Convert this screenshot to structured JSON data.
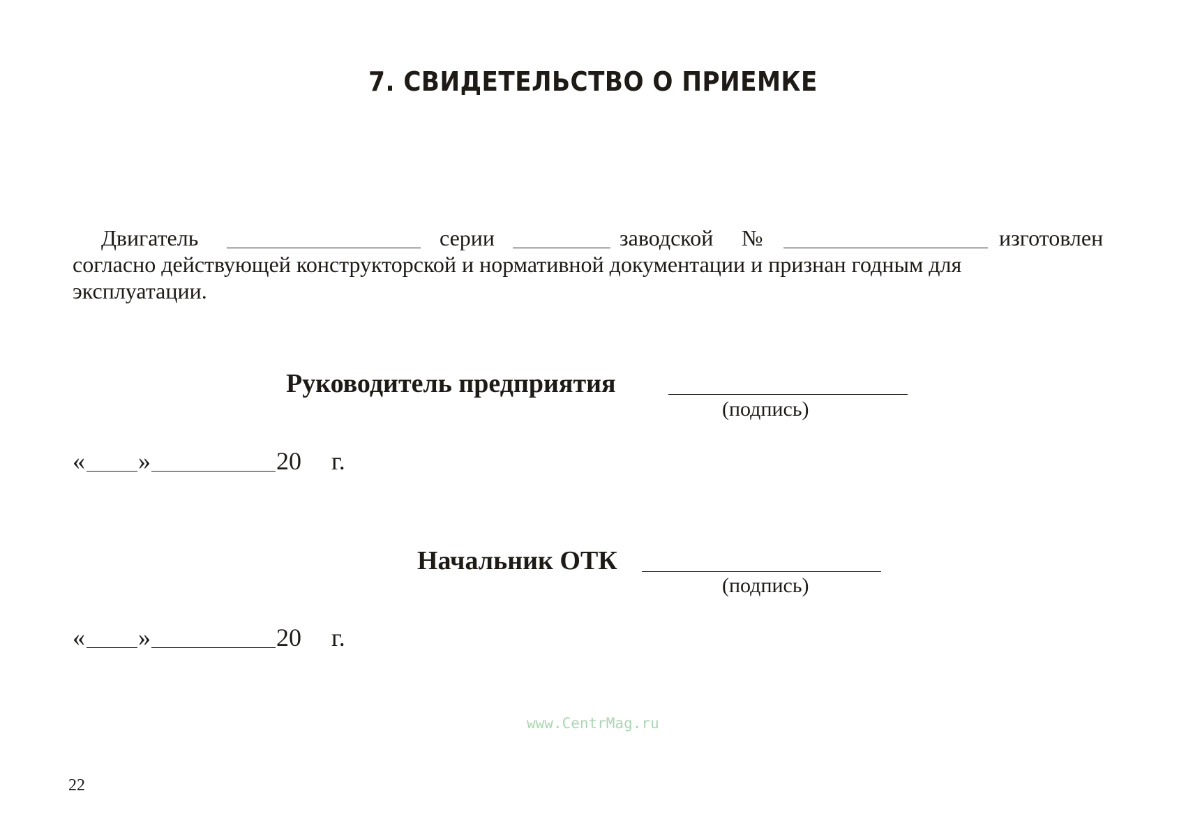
{
  "document": {
    "title": "7. СВИДЕТЕЛЬСТВО О ПРИЕМКЕ",
    "paragraph": {
      "engine_label": "Двигатель",
      "series_label": "серии",
      "serial_label": "заводской",
      "number_sign": "№",
      "made_label": "изготовлен",
      "line2": "согласно действующей конструкторской и нормативной документации   и признан годным для",
      "line3": "эксплуатации."
    },
    "signatures": [
      {
        "label": "Руководитель предприятия",
        "caption": "(подпись)",
        "date": {
          "open": "«",
          "close": "»",
          "century": "20",
          "suffix": "г."
        }
      },
      {
        "label": "Начальник ОТК",
        "caption": "(подпись)",
        "date": {
          "open": "«",
          "close": "»",
          "century": "20",
          "suffix": "г."
        }
      }
    ],
    "watermark": "www.CentrMag.ru",
    "page_number": "22"
  },
  "colors": {
    "text": "#1e1a16",
    "watermark": "#a8d8b0",
    "background": "#ffffff"
  }
}
